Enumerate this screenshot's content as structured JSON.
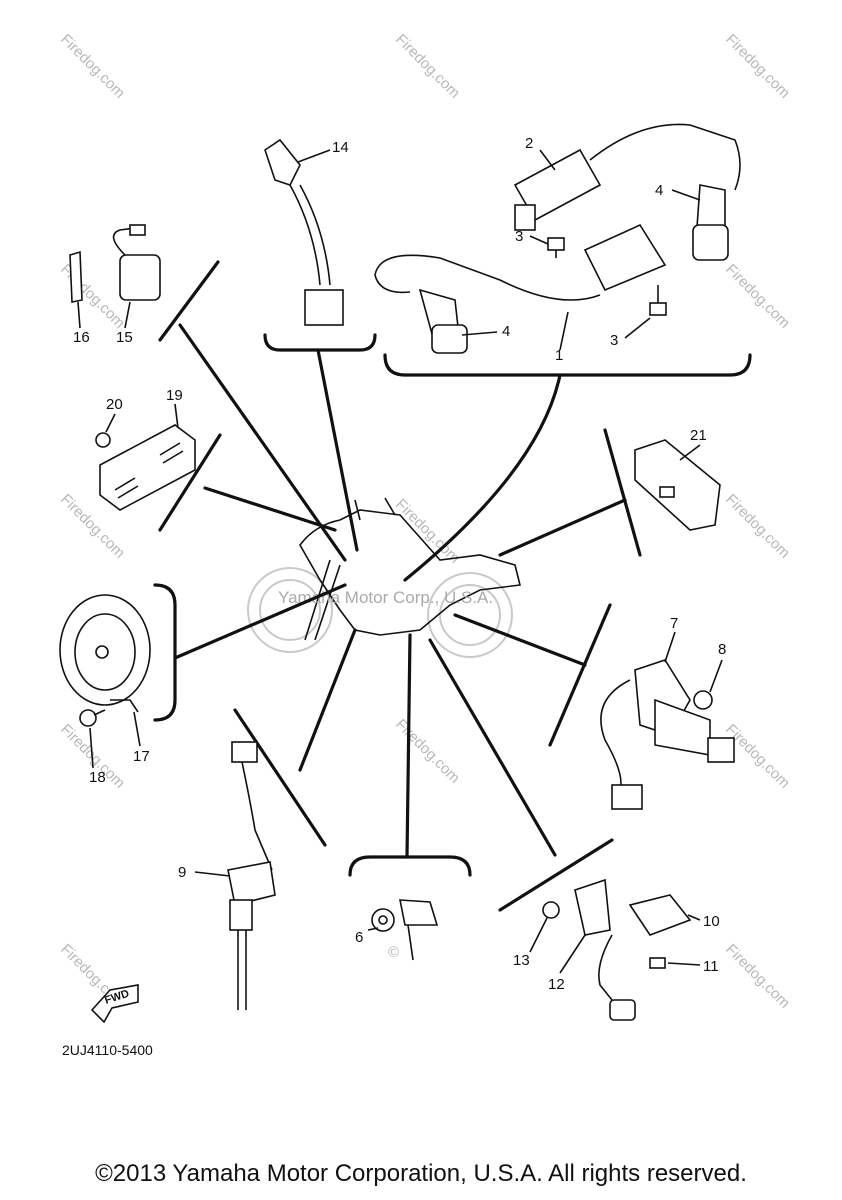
{
  "diagram": {
    "part_code": "2UJ4110-5400",
    "fwd_label": "FWD",
    "center_watermark": "Yamaha Motor Corp., U.S.A.",
    "watermark_text": "Firedog.com",
    "copyright_sign": "©",
    "callouts": [
      {
        "id": "1",
        "label": "1"
      },
      {
        "id": "2",
        "label": "2"
      },
      {
        "id": "3a",
        "label": "3"
      },
      {
        "id": "3b",
        "label": "3"
      },
      {
        "id": "4a",
        "label": "4"
      },
      {
        "id": "4b",
        "label": "4"
      },
      {
        "id": "6",
        "label": "6"
      },
      {
        "id": "7",
        "label": "7"
      },
      {
        "id": "8",
        "label": "8"
      },
      {
        "id": "9",
        "label": "9"
      },
      {
        "id": "10",
        "label": "10"
      },
      {
        "id": "11",
        "label": "11"
      },
      {
        "id": "12",
        "label": "12"
      },
      {
        "id": "13",
        "label": "13"
      },
      {
        "id": "14",
        "label": "14"
      },
      {
        "id": "15",
        "label": "15"
      },
      {
        "id": "16",
        "label": "16"
      },
      {
        "id": "17",
        "label": "17"
      },
      {
        "id": "18",
        "label": "18"
      },
      {
        "id": "19",
        "label": "19"
      },
      {
        "id": "20",
        "label": "20"
      },
      {
        "id": "21",
        "label": "21"
      }
    ]
  },
  "footer": {
    "copyright": "©2013 Yamaha Motor Corporation, U.S.A. All rights reserved."
  }
}
